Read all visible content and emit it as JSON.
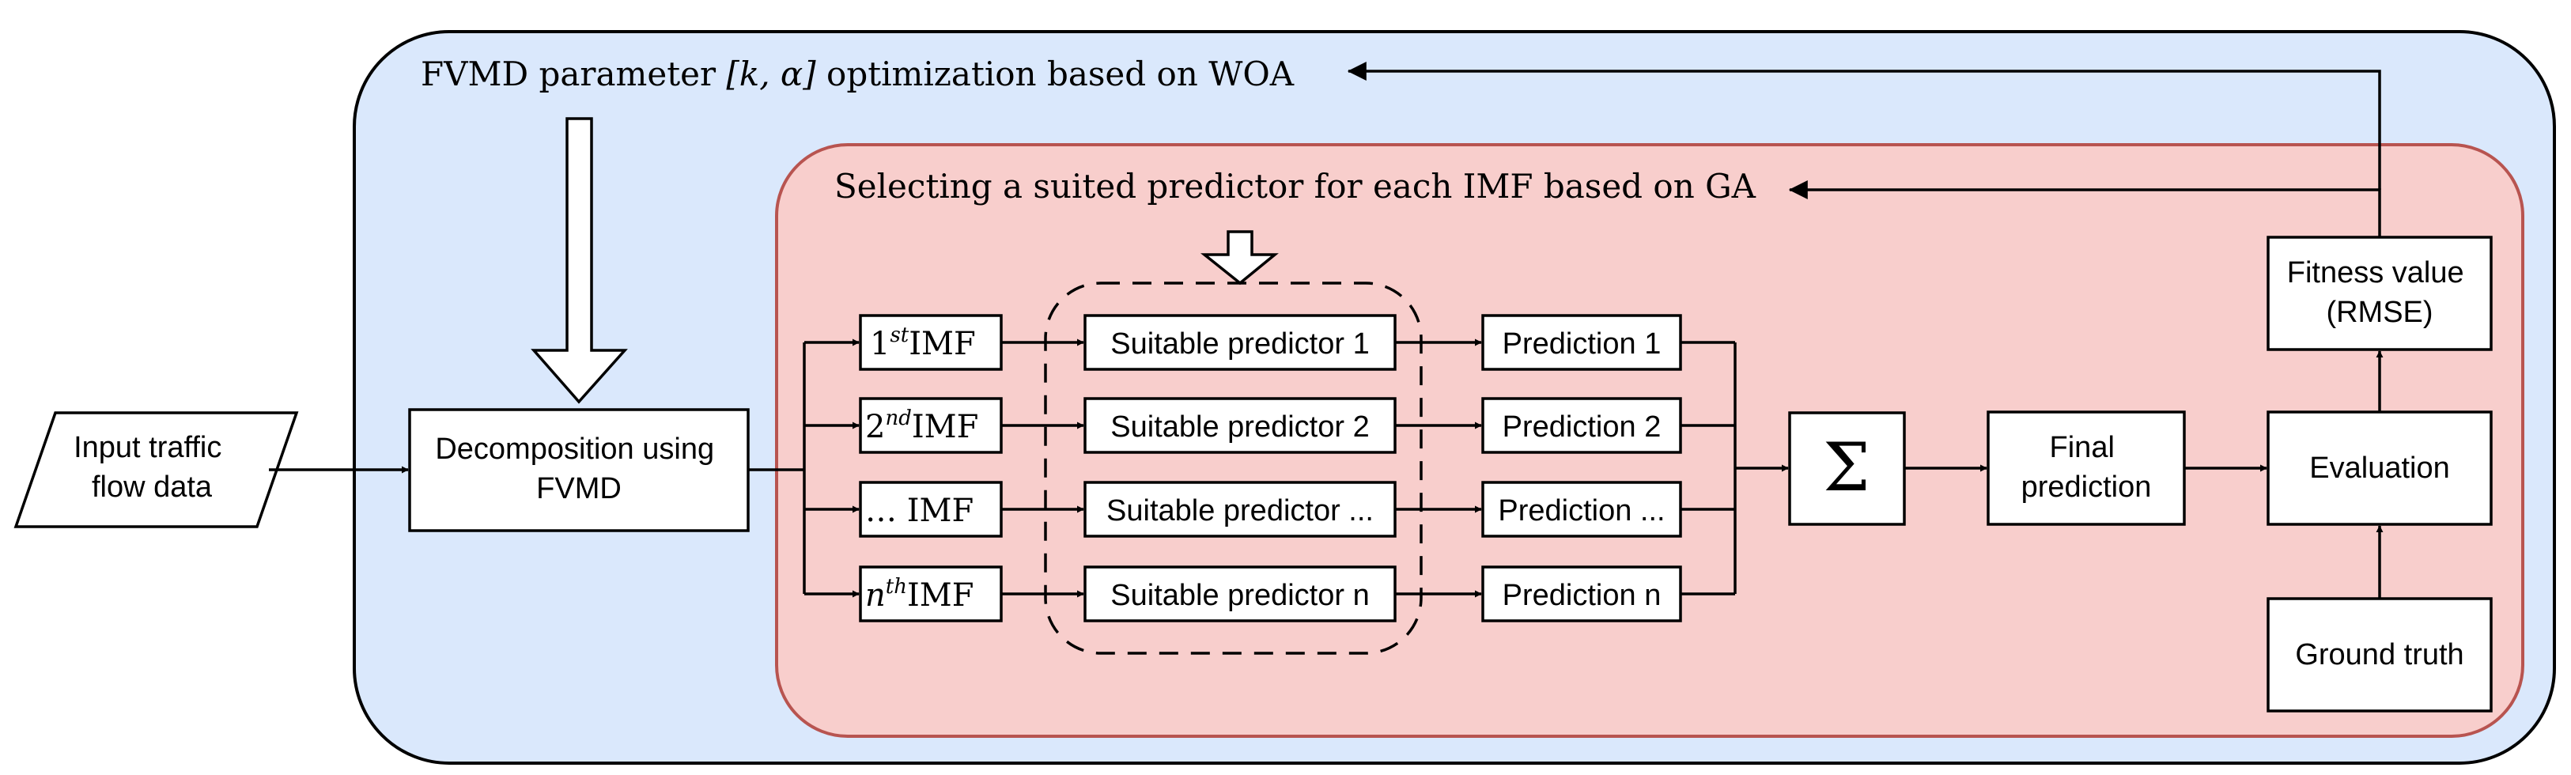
{
  "colors": {
    "outer_fill": "#dae8fc",
    "inner_fill": "#f8cecc",
    "inner_stroke": "#b85450",
    "stroke": "#000000"
  },
  "outer_region": {
    "title_prefix": "FVMD parameter ",
    "title_math": "[k, α]",
    "title_suffix": " optimization based on WOA"
  },
  "inner_region": {
    "title": "Selecting a suited predictor for each IMF based on GA"
  },
  "input": {
    "line1": "Input traffic",
    "line2": "flow data"
  },
  "decomposition": {
    "line1": "Decomposition using",
    "line2": "FVMD"
  },
  "imfs": [
    {
      "prefix": "1",
      "sup": "st",
      "suffix": "IMF"
    },
    {
      "prefix": "2",
      "sup": "nd",
      "suffix": "IMF"
    },
    {
      "prefix": "…",
      "sup": "",
      "suffix": " IMF"
    },
    {
      "prefix": "n",
      "sup": "th",
      "suffix": "IMF"
    }
  ],
  "predictors": [
    "Suitable predictor 1",
    "Suitable predictor 2",
    "Suitable predictor ...",
    "Suitable predictor n"
  ],
  "predictions": [
    "Prediction 1",
    "Prediction 2",
    "Prediction ...",
    "Prediction n"
  ],
  "sum_symbol": "Σ",
  "final_prediction": {
    "line1": "Final",
    "line2": "prediction"
  },
  "evaluation": "Evaluation",
  "ground_truth": "Ground truth",
  "fitness": {
    "line1": "Fitness value",
    "line2": "(RMSE)"
  }
}
